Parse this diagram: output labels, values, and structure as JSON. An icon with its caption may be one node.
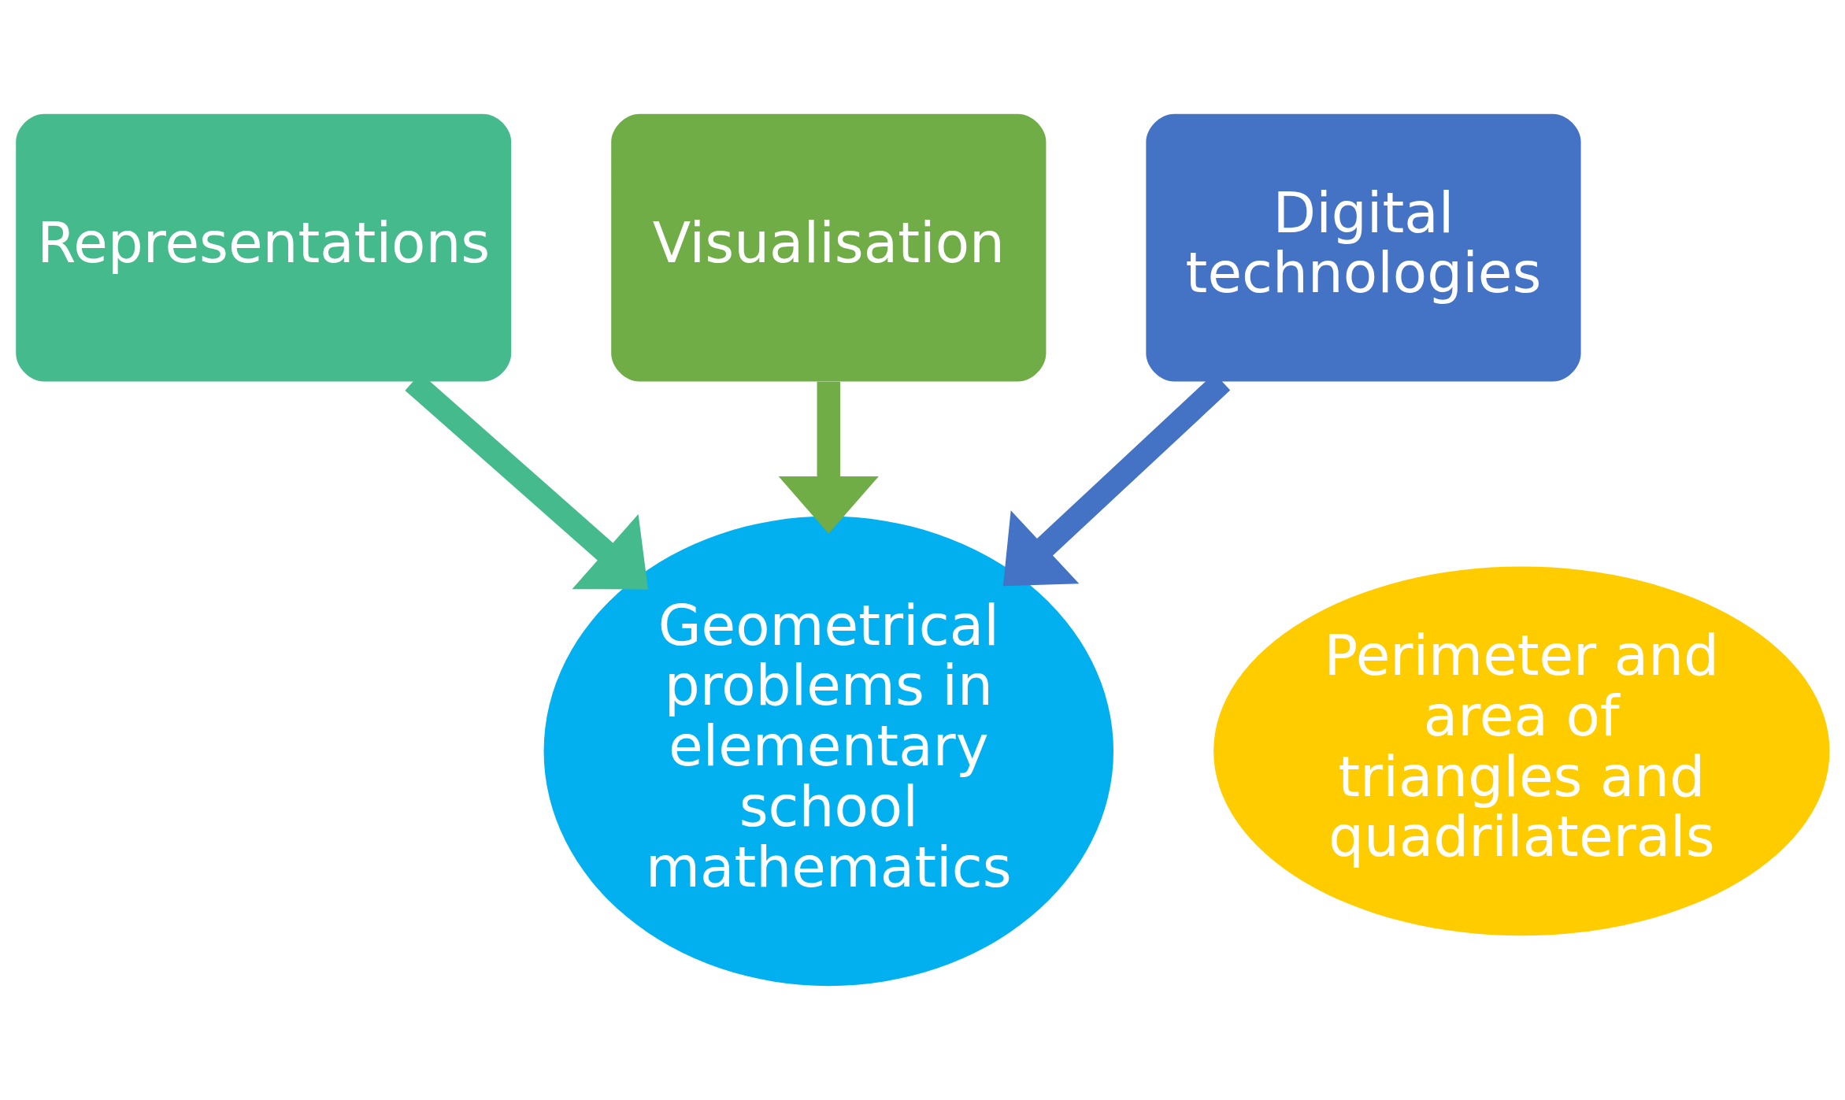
{
  "diagram": {
    "nodes": [
      {
        "text": [
          "Representations"
        ]
      },
      {
        "text": [
          "Visualisation"
        ]
      },
      {
        "text": [
          "Digital technologies"
        ]
      },
      {
        "text": [
          "Geometrical problems in elementary school mathematics"
        ]
      },
      {
        "text": [
          "Perimeter and area of triangles and quadrilaterals"
        ]
      }
    ],
    "edges": [
      {
        "from": 0,
        "to": 3,
        "arrow": "to",
        "color": "#45bb8d"
      },
      {
        "from": 2,
        "to": 3,
        "arrow": "to",
        "color": "#4472c4"
      },
      {
        "from": 1,
        "to": 3,
        "arrow": "to",
        "color": "#70ad47"
      }
    ]
  }
}
